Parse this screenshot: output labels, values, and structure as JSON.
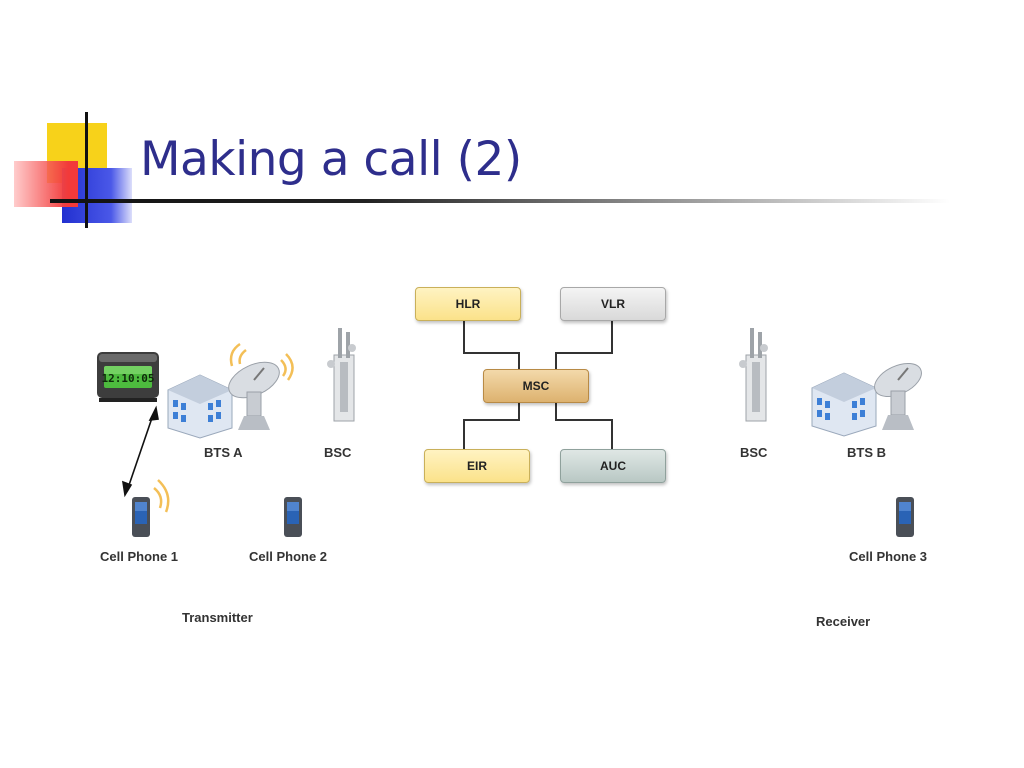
{
  "slide": {
    "title": "Making a call (2)"
  },
  "core_network": {
    "hlr": "HLR",
    "vlr": "VLR",
    "msc": "MSC",
    "eir": "EIR",
    "auc": "AUC"
  },
  "transmitter_side": {
    "bts": "BTS A",
    "bsc": "BSC",
    "phone1": "Cell Phone 1",
    "phone2": "Cell Phone 2",
    "group_label": "Transmitter",
    "clock_display": "12:10:05"
  },
  "receiver_side": {
    "bsc": "BSC",
    "bts": "BTS B",
    "phone3": "Cell Phone 3",
    "group_label": "Receiver"
  },
  "colors": {
    "title": "#2e2e8c",
    "hlr": "#fbe89a",
    "vlr": "#e2e2e2",
    "msc": "#e8c48a",
    "eir": "#fbe89a",
    "auc": "#c5d2cf"
  },
  "icons": [
    "digital-clock-icon",
    "building-icon",
    "satellite-dish-icon",
    "antenna-tower-icon",
    "cell-phone-icon",
    "signal-waves-icon"
  ]
}
